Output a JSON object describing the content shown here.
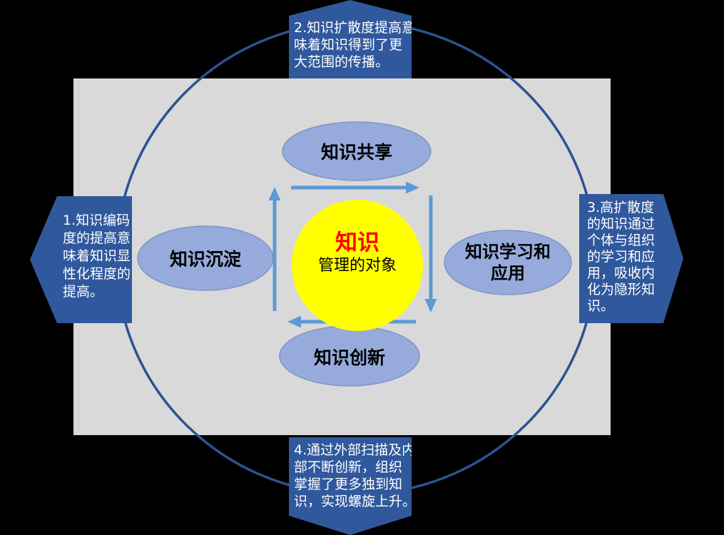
{
  "colors": {
    "page_bg": "#000000",
    "panel_bg": "#D9D9D9",
    "callout_blue": "#30589C",
    "ring_blue": "#2D5290",
    "node_fill": "#96ABDC",
    "node_stroke": "#7E95C6",
    "arrow_blue": "#5B9BD5",
    "center_yellow": "#FFFF00",
    "center_red": "#FF0000",
    "label_black": "#000000",
    "callout_text_white": "#FFFFFF"
  },
  "center": {
    "title": "知识",
    "subtitle": "管理的对象"
  },
  "nodes": {
    "sharing": {
      "label": "知识共享"
    },
    "accumulation": {
      "label": "知识沉淀"
    },
    "learning": {
      "label": "知识学习和\n应用"
    },
    "innovation": {
      "label": "知识创新"
    }
  },
  "callouts": {
    "step1": {
      "text": "1.知识编码\n度的提高意\n味着知识显\n性化程度的\n提高。"
    },
    "step2": {
      "text": "2.知识扩散度提高意\n味着知识得到了更\n大范围的传播。"
    },
    "step3": {
      "text": "3.高扩散度\n的知识通过\n个体与组织\n的学习和应\n用，吸收内\n化为隐形知\n识。"
    },
    "step4": {
      "text": "4.通过外部扫描及内\n部不断创新，组织\n掌握了更多独到知\n识，实现螺旋上升。"
    }
  }
}
